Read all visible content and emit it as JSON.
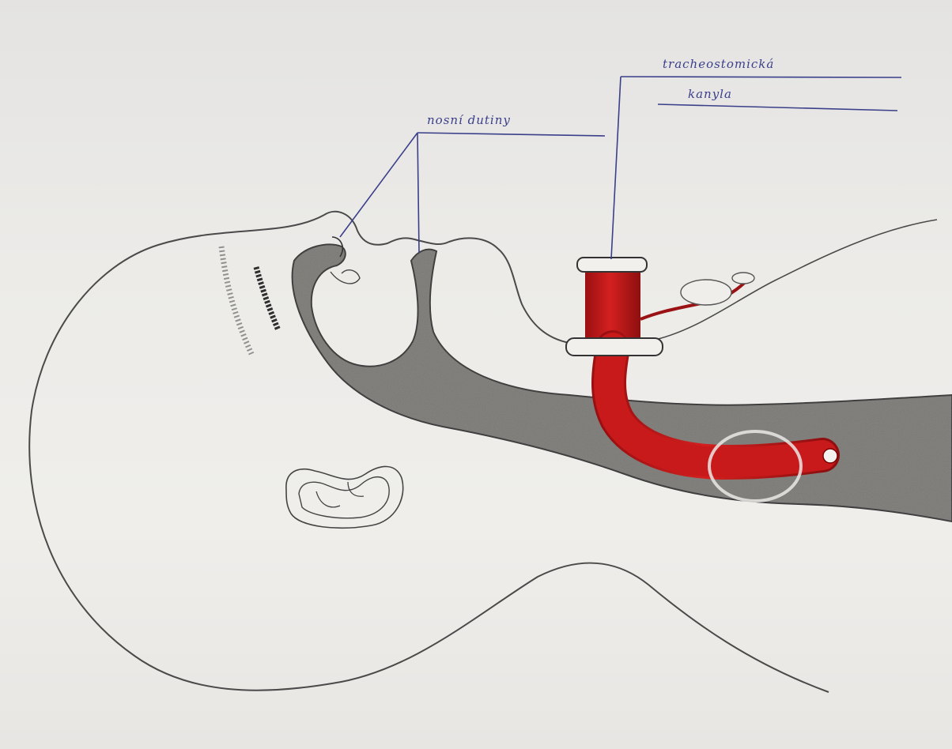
{
  "diagram": {
    "labels": {
      "left_label": "nosní dutiny",
      "right_label_line1": "tracheostomická",
      "right_label_line2": "kanyla"
    },
    "colors": {
      "paper": "#ecebe8",
      "pencil": "#3c3c3c",
      "airway_shading": "#6a6a66",
      "tube_red": "#c0191b",
      "ink_blue": "#3a3f8a"
    },
    "icons": [
      "face-profile-drawing",
      "ear-icon",
      "tracheostomy-tube-icon"
    ]
  }
}
